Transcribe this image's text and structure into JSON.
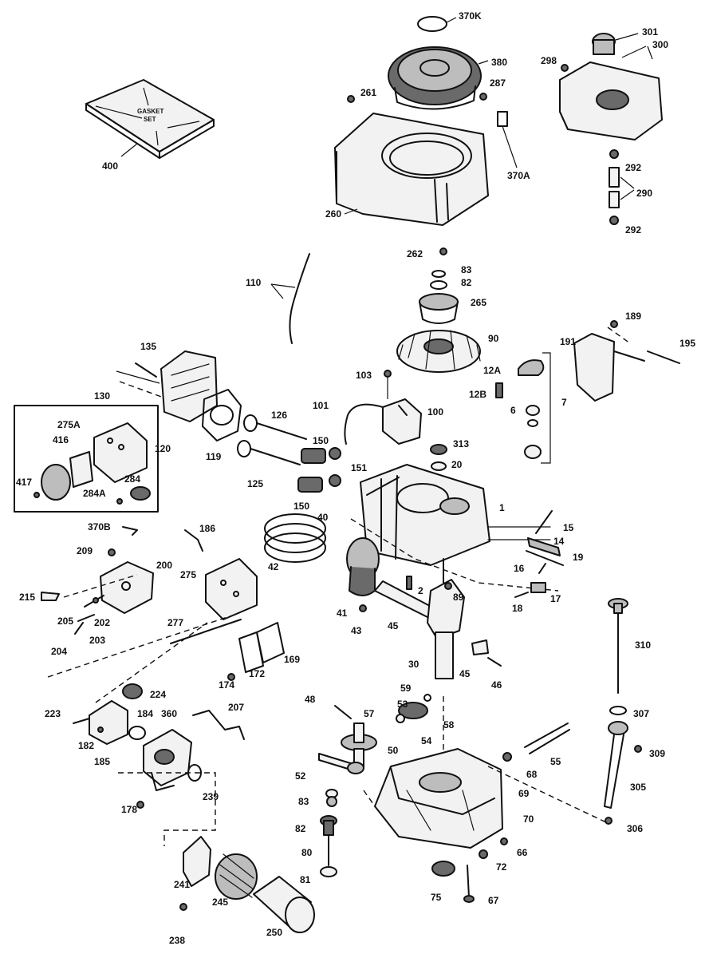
{
  "gasket_box": {
    "line1": "GASKET",
    "line2": "SET"
  },
  "callouts": [
    {
      "id": "370K",
      "t": "370K"
    },
    {
      "id": "301",
      "t": "301"
    },
    {
      "id": "300",
      "t": "300"
    },
    {
      "id": "298",
      "t": "298"
    },
    {
      "id": "380",
      "t": "380"
    },
    {
      "id": "287",
      "t": "287"
    },
    {
      "id": "261",
      "t": "261"
    },
    {
      "id": "400",
      "t": "400"
    },
    {
      "id": "370A",
      "t": "370A"
    },
    {
      "id": "292a",
      "t": "292"
    },
    {
      "id": "290",
      "t": "290"
    },
    {
      "id": "292b",
      "t": "292"
    },
    {
      "id": "260",
      "t": "260"
    },
    {
      "id": "262",
      "t": "262"
    },
    {
      "id": "83a",
      "t": "83"
    },
    {
      "id": "82a",
      "t": "82"
    },
    {
      "id": "265",
      "t": "265"
    },
    {
      "id": "110",
      "t": "110"
    },
    {
      "id": "189",
      "t": "189"
    },
    {
      "id": "90",
      "t": "90"
    },
    {
      "id": "191",
      "t": "191"
    },
    {
      "id": "195",
      "t": "195"
    },
    {
      "id": "135",
      "t": "135"
    },
    {
      "id": "12A",
      "t": "12A"
    },
    {
      "id": "103",
      "t": "103"
    },
    {
      "id": "130",
      "t": "130"
    },
    {
      "id": "12B",
      "t": "12B"
    },
    {
      "id": "7",
      "t": "7"
    },
    {
      "id": "101",
      "t": "101"
    },
    {
      "id": "126",
      "t": "126"
    },
    {
      "id": "100",
      "t": "100"
    },
    {
      "id": "6",
      "t": "6"
    },
    {
      "id": "275A",
      "t": "275A"
    },
    {
      "id": "120",
      "t": "120"
    },
    {
      "id": "119",
      "t": "119"
    },
    {
      "id": "150a",
      "t": "150"
    },
    {
      "id": "416",
      "t": "416"
    },
    {
      "id": "313",
      "t": "313"
    },
    {
      "id": "151",
      "t": "151"
    },
    {
      "id": "20",
      "t": "20"
    },
    {
      "id": "125",
      "t": "125"
    },
    {
      "id": "284",
      "t": "284"
    },
    {
      "id": "417",
      "t": "417"
    },
    {
      "id": "284A",
      "t": "284A"
    },
    {
      "id": "150b",
      "t": "150"
    },
    {
      "id": "40",
      "t": "40"
    },
    {
      "id": "1",
      "t": "1"
    },
    {
      "id": "370B",
      "t": "370B"
    },
    {
      "id": "186",
      "t": "186"
    },
    {
      "id": "15",
      "t": "15"
    },
    {
      "id": "14",
      "t": "14"
    },
    {
      "id": "209",
      "t": "209"
    },
    {
      "id": "200",
      "t": "200"
    },
    {
      "id": "19",
      "t": "19"
    },
    {
      "id": "42",
      "t": "42"
    },
    {
      "id": "275",
      "t": "275"
    },
    {
      "id": "16",
      "t": "16"
    },
    {
      "id": "215",
      "t": "215"
    },
    {
      "id": "2",
      "t": "2"
    },
    {
      "id": "17",
      "t": "17"
    },
    {
      "id": "89",
      "t": "89"
    },
    {
      "id": "205",
      "t": "205"
    },
    {
      "id": "202",
      "t": "202"
    },
    {
      "id": "41",
      "t": "41"
    },
    {
      "id": "18",
      "t": "18"
    },
    {
      "id": "203",
      "t": "203"
    },
    {
      "id": "277",
      "t": "277"
    },
    {
      "id": "43",
      "t": "43"
    },
    {
      "id": "45a",
      "t": "45"
    },
    {
      "id": "204",
      "t": "204"
    },
    {
      "id": "310",
      "t": "310"
    },
    {
      "id": "169",
      "t": "169"
    },
    {
      "id": "30",
      "t": "30"
    },
    {
      "id": "45b",
      "t": "45"
    },
    {
      "id": "46a",
      "t": "46"
    },
    {
      "id": "174",
      "t": "174"
    },
    {
      "id": "172",
      "t": "172"
    },
    {
      "id": "224",
      "t": "224"
    },
    {
      "id": "59",
      "t": "59"
    },
    {
      "id": "48",
      "t": "48"
    },
    {
      "id": "53",
      "t": "53"
    },
    {
      "id": "207",
      "t": "207"
    },
    {
      "id": "307",
      "t": "307"
    },
    {
      "id": "223",
      "t": "223"
    },
    {
      "id": "184",
      "t": "184"
    },
    {
      "id": "360",
      "t": "360"
    },
    {
      "id": "57",
      "t": "57"
    },
    {
      "id": "58",
      "t": "58"
    },
    {
      "id": "182",
      "t": "182"
    },
    {
      "id": "54",
      "t": "54"
    },
    {
      "id": "185",
      "t": "185"
    },
    {
      "id": "309",
      "t": "309"
    },
    {
      "id": "50",
      "t": "50"
    },
    {
      "id": "55",
      "t": "55"
    },
    {
      "id": "52",
      "t": "52"
    },
    {
      "id": "68",
      "t": "68"
    },
    {
      "id": "305",
      "t": "305"
    },
    {
      "id": "69",
      "t": "69"
    },
    {
      "id": "239",
      "t": "239"
    },
    {
      "id": "178",
      "t": "178"
    },
    {
      "id": "83b",
      "t": "83"
    },
    {
      "id": "70",
      "t": "70"
    },
    {
      "id": "306",
      "t": "306"
    },
    {
      "id": "82b",
      "t": "82"
    },
    {
      "id": "80",
      "t": "80"
    },
    {
      "id": "66",
      "t": "66"
    },
    {
      "id": "72",
      "t": "72"
    },
    {
      "id": "241",
      "t": "241"
    },
    {
      "id": "81",
      "t": "81"
    },
    {
      "id": "75",
      "t": "75"
    },
    {
      "id": "245",
      "t": "245"
    },
    {
      "id": "67",
      "t": "67"
    },
    {
      "id": "250",
      "t": "250"
    },
    {
      "id": "238",
      "t": "238"
    }
  ]
}
